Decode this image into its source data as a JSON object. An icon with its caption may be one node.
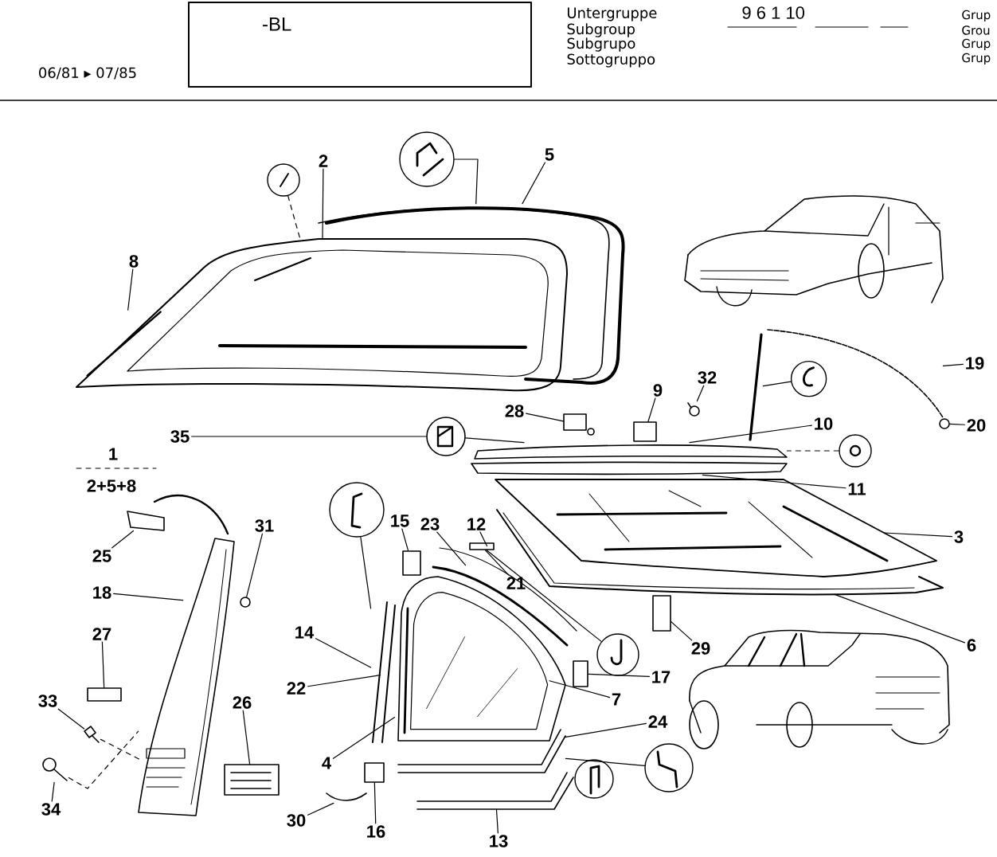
{
  "diagram": {
    "nodes": [
      {
        "text": [
          "-BL"
        ]
      },
      {
        "text": [
          "2"
        ]
      },
      {
        "text": [
          "5"
        ]
      },
      {
        "text": [
          "8"
        ]
      },
      {
        "text": [
          "19"
        ]
      },
      {
        "text": [
          "9"
        ]
      },
      {
        "text": [
          "32"
        ]
      },
      {
        "text": [
          "28"
        ]
      },
      {
        "text": [
          "35"
        ]
      },
      {
        "text": [
          "10"
        ]
      },
      {
        "text": [
          "20"
        ]
      },
      {
        "text": [
          "11"
        ]
      },
      {
        "text": [
          "15"
        ]
      },
      {
        "text": [
          "23"
        ]
      },
      {
        "text": [
          "12"
        ]
      },
      {
        "text": [
          "31"
        ]
      },
      {
        "text": [
          "25"
        ]
      },
      {
        "text": [
          "3"
        ]
      },
      {
        "text": [
          "21"
        ]
      },
      {
        "text": [
          "18"
        ]
      },
      {
        "text": [
          "14"
        ]
      },
      {
        "text": [
          "27"
        ]
      },
      {
        "text": [
          "6"
        ]
      },
      {
        "text": [
          "29"
        ]
      },
      {
        "text": [
          "17"
        ]
      },
      {
        "text": [
          "22"
        ]
      },
      {
        "text": [
          "7"
        ]
      },
      {
        "text": [
          "33"
        ]
      },
      {
        "text": [
          "26"
        ]
      },
      {
        "text": [
          "24"
        ]
      },
      {
        "text": [
          "4"
        ]
      },
      {
        "text": [
          "34"
        ]
      },
      {
        "text": [
          "30"
        ]
      },
      {
        "text": [
          "16"
        ]
      },
      {
        "text": [
          "13"
        ]
      },
      {
        "text": [],
        "shape": "picture"
      },
      {
        "text": [],
        "shape": "picture"
      },
      {
        "text": [],
        "shape": "picture",
        "in": 35
      },
      {
        "text": [],
        "shape": "picture"
      },
      {
        "text": [],
        "shape": "box"
      },
      {
        "text": [],
        "shape": "picture"
      },
      {
        "text": [],
        "shape": "picture"
      },
      {
        "text": [],
        "shape": "circle"
      },
      {
        "text": [],
        "shape": "picture"
      },
      {
        "text": [],
        "shape": "circle"
      },
      {
        "text": [],
        "shape": "picture"
      },
      {
        "text": [],
        "shape": "box"
      },
      {
        "text": [],
        "shape": "picture"
      },
      {
        "text": [],
        "shape": "picture"
      },
      {
        "text": [],
        "shape": "circle"
      },
      {
        "text": [],
        "shape": "picture"
      },
      {
        "text": [],
        "shape": "picture"
      },
      {
        "text": [],
        "shape": "box"
      },
      {
        "text": [],
        "shape": "picture"
      },
      {
        "text": [],
        "shape": "picture"
      },
      {
        "text": [],
        "shape": "box"
      },
      {
        "text": [],
        "shape": "picture"
      },
      {
        "text": [],
        "shape": "box"
      },
      {
        "text": [],
        "shape": "box"
      },
      {
        "text": [],
        "shape": "picture"
      },
      {
        "text": [],
        "shape": "picture",
        "in": 64
      },
      {
        "text": [],
        "shape": "picture"
      },
      {
        "text": [],
        "shape": "picture"
      },
      {
        "text": [],
        "shape": "picture"
      },
      {
        "text": [],
        "shape": "picture"
      },
      {
        "text": [],
        "shape": "picture"
      },
      {
        "text": [],
        "shape": "picture"
      },
      {
        "text": [],
        "shape": "box"
      },
      {
        "text": [],
        "shape": "picture"
      },
      {
        "text": [],
        "shape": "circle"
      },
      {
        "text": [],
        "shape": "circle"
      },
      {
        "text": [],
        "shape": "circle"
      },
      {
        "text": [],
        "shape": "circle"
      },
      {
        "text": [],
        "shape": "circle"
      },
      {
        "text": [],
        "shape": "circle"
      },
      {
        "text": [],
        "shape": "circle"
      },
      {
        "text": [],
        "shape": "circle",
        "in": 38
      },
      {
        "text": [],
        "shape": "bar"
      }
    ],
    "edges": [
      {
        "from": 1,
        "to": 35,
        "arrow": "none"
      },
      {
        "from": 2,
        "to": 36,
        "arrow": "none"
      },
      {
        "from": 3,
        "to": 37,
        "arrow": "none"
      },
      {
        "from": 4,
        "to": 38,
        "arrow": "none"
      },
      {
        "from": 5,
        "to": 39,
        "arrow": "none"
      },
      {
        "from": 6,
        "to": 40,
        "arrow": "none"
      },
      {
        "from": 7,
        "to": 41,
        "arrow": "none"
      },
      {
        "from": 8,
        "to": 42,
        "arrow": "none"
      },
      {
        "from": 9,
        "to": 43,
        "arrow": "none"
      },
      {
        "from": 10,
        "to": 44,
        "arrow": "none"
      },
      {
        "from": 11,
        "to": 45,
        "arrow": "none"
      },
      {
        "from": 12,
        "to": 46,
        "arrow": "none"
      },
      {
        "from": 13,
        "to": 47,
        "arrow": "none"
      },
      {
        "from": 14,
        "to": 48,
        "arrow": "none"
      },
      {
        "from": 15,
        "to": 49,
        "arrow": "none"
      },
      {
        "from": 16,
        "to": 50,
        "arrow": "none"
      },
      {
        "from": 17,
        "to": 51,
        "arrow": "none"
      },
      {
        "from": 18,
        "to": 52,
        "arrow": "none"
      },
      {
        "from": 19,
        "to": 53,
        "arrow": "none"
      },
      {
        "from": 20,
        "to": 54,
        "arrow": "none"
      },
      {
        "from": 21,
        "to": 55,
        "arrow": "none"
      },
      {
        "from": 22,
        "to": 56,
        "arrow": "none"
      },
      {
        "from": 23,
        "to": 57,
        "arrow": "none"
      },
      {
        "from": 24,
        "to": 58,
        "arrow": "none"
      },
      {
        "from": 25,
        "to": 59,
        "arrow": "none"
      },
      {
        "from": 26,
        "to": 60,
        "arrow": "none"
      },
      {
        "from": 27,
        "to": 61,
        "arrow": "none"
      },
      {
        "from": 28,
        "to": 62,
        "arrow": "none"
      },
      {
        "from": 29,
        "to": 63,
        "arrow": "none"
      },
      {
        "from": 30,
        "to": 64,
        "arrow": "none"
      },
      {
        "from": 31,
        "to": 65,
        "arrow": "none"
      },
      {
        "from": 32,
        "to": 66,
        "arrow": "none"
      },
      {
        "from": 33,
        "to": 67,
        "arrow": "none"
      },
      {
        "from": 34,
        "to": 68,
        "arrow": "none"
      },
      {
        "from": 69,
        "to": 35,
        "arrow": "none",
        "style": "dashed"
      },
      {
        "from": 70,
        "to": 36,
        "arrow": "none"
      },
      {
        "from": 42,
        "to": 43,
        "arrow": "none"
      },
      {
        "from": 71,
        "to": 43,
        "arrow": "none",
        "style": "dashed"
      },
      {
        "from": 72,
        "to": 52,
        "arrow": "none"
      },
      {
        "from": 73,
        "to": 63,
        "arrow": "none"
      },
      {
        "from": 74,
        "to": 54,
        "arrow": "none"
      },
      {
        "from": 61,
        "to": 53,
        "arrow": "none",
        "style": "dashed"
      },
      {
        "from": 65,
        "to": 53,
        "arrow": "none",
        "style": "dashed"
      },
      {
        "from": 76,
        "to": 77,
        "arrow": "none"
      }
    ],
    "labels": [
      "06/81 ▸ 07/85",
      "Untergruppe",
      "Subgroup",
      "Subgrupo",
      "Sottogruppo",
      "9 6 1 10",
      "Grup",
      "Grou",
      "Grup",
      "Grup",
      "1",
      "2+5+8"
    ]
  }
}
